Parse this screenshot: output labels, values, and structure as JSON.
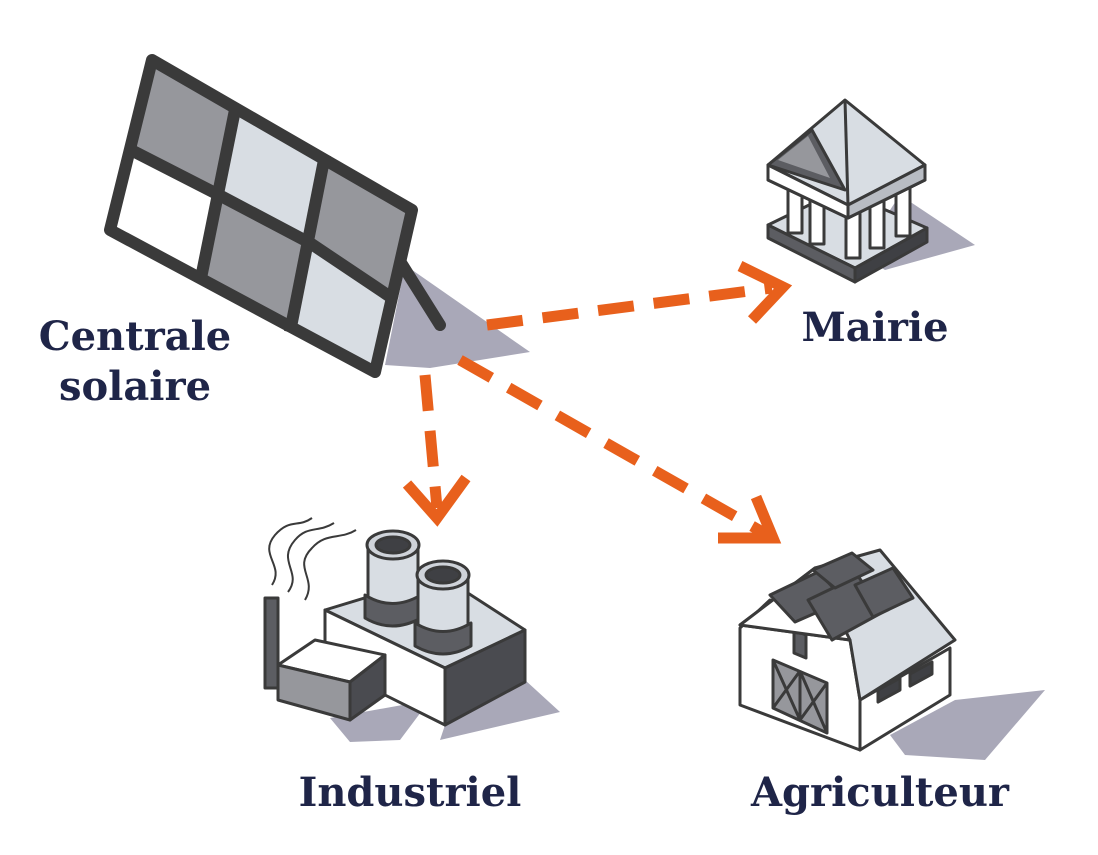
{
  "nodes": {
    "solar": {
      "line1": "Centrale",
      "line2": "solaire",
      "icon": "solar-panel-icon"
    },
    "mairie": {
      "label": "Mairie",
      "icon": "town-hall-icon"
    },
    "industriel": {
      "label": "Industriel",
      "icon": "factory-icon"
    },
    "agriculteur": {
      "label": "Agriculteur",
      "icon": "barn-icon"
    }
  },
  "colors": {
    "arrow": "#e8601c",
    "label": "#1f2548",
    "outline": "#3a3a3a",
    "shadow": "#a9a8b8",
    "cell_dark": "#96979c",
    "cell_light": "#d8dde3"
  },
  "edges": [
    {
      "from": "solar",
      "to": "mairie"
    },
    {
      "from": "solar",
      "to": "industriel"
    },
    {
      "from": "solar",
      "to": "agriculteur"
    }
  ]
}
